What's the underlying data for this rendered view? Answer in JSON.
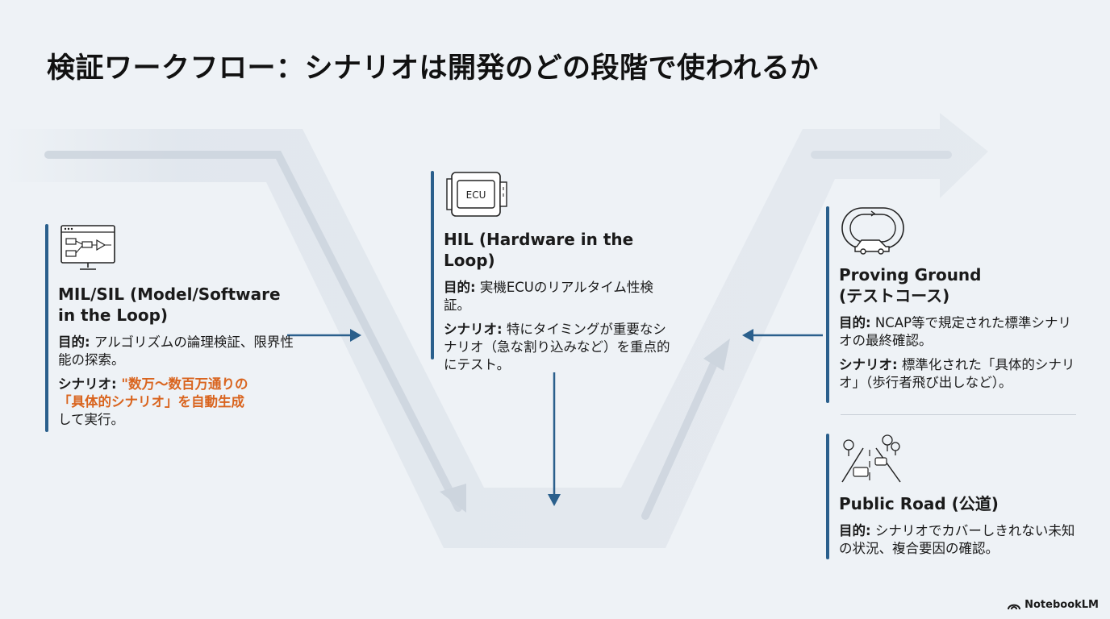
{
  "title": "検証ワークフロー：シナリオは開発のどの段階で使われるか",
  "mil": {
    "heading": "MIL/SIL (Model/Software in the Loop)",
    "purpose_label": "目的:",
    "purpose_text": " アルゴリズムの論理検証、限界性能の探索。",
    "scenario_label": "シナリオ:",
    "scenario_highlight_1": " \"数万〜数百万通りの",
    "scenario_highlight_2": "「具体的シナリオ」を自動生成",
    "scenario_tail": "して実行。"
  },
  "hil": {
    "heading": "HIL (Hardware in the Loop)",
    "icon_text": "ECU",
    "purpose_label": "目的:",
    "purpose_text": " 実機ECUのリアルタイム性検証。",
    "scenario_label": "シナリオ:",
    "scenario_text": " 特にタイミングが重要なシナリオ（急な割り込みなど）を重点的にテスト。"
  },
  "proving": {
    "heading": "Proving Ground (テストコース)",
    "purpose_label": "目的:",
    "purpose_text": " NCAP等で規定された標準シナリオの最終確認。",
    "scenario_label": "シナリオ:",
    "scenario_text": " 標準化された「具体的シナリオ」（歩行者飛び出しなど）。"
  },
  "public": {
    "heading": "Public Road (公道)",
    "purpose_label": "目的:",
    "purpose_text": " シナリオでカバーしきれない未知の状況、複合要因の確認。"
  },
  "logo": "NotebookLM",
  "colors": {
    "accent_bar": "#2a5f8c",
    "arrow": "#2a5f8c",
    "highlight": "#d9641e",
    "v_band": "#dde3ea"
  },
  "icons": {
    "mil": "block-diagram-monitor-icon",
    "hil": "ecu-chip-icon",
    "proving": "test-track-car-icon",
    "public": "road-trees-cars-icon",
    "logo": "notebooklm-logo-icon"
  }
}
